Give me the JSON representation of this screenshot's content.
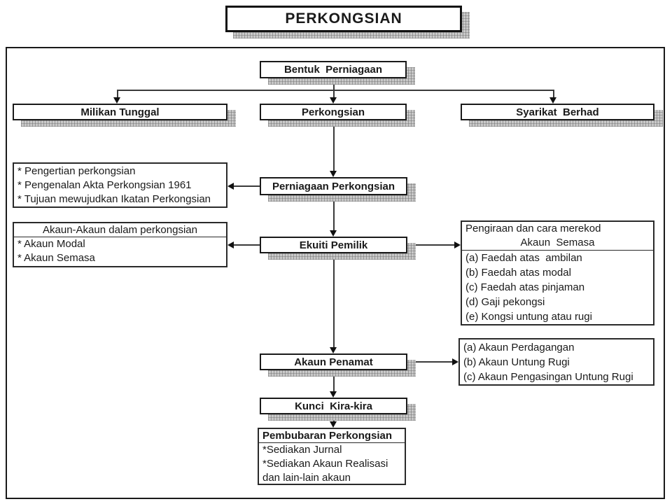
{
  "page": {
    "title": "PERKONGSIAN"
  },
  "colors": {
    "box_border": "#1a1a1a",
    "shadow_gray": "#c9c9c9",
    "text": "#1a1a1a",
    "background": "#ffffff"
  },
  "flow_boxes": {
    "bentuk_perniagaan": "Bentuk  Perniagaan",
    "milikan_tunggal": "Milikan Tunggal",
    "perkongsian": "Perkongsian",
    "syarikat_berhad": "Syarikat  Berhad",
    "perniagaan_perkongsian": "Perniagaan Perkongsian",
    "ekuiti_pemilik": "Ekuiti Pemilik",
    "akaun_penamat": "Akaun Penamat",
    "kunci_kira_kira": "Kunci  Kira-kira"
  },
  "note_boxes": {
    "pengenalan": {
      "items": [
        "* Pengertian perkongsian",
        "* Pengenalan Akta Perkongsian 1961",
        "* Tujuan mewujudkan Ikatan Perkongsian"
      ]
    },
    "akaun_dalam_perkongsian": {
      "header": "Akaun-Akaun dalam perkongsian",
      "items": [
        "* Akaun Modal",
        "* Akaun Semasa"
      ]
    },
    "pengiraan_akaun_semasa": {
      "header_line1": "Pengiraan dan cara merekod",
      "header_line2": "Akaun  Semasa",
      "items": [
        "(a) Faedah atas  ambilan",
        "(b) Faedah atas modal",
        "(c) Faedah atas pinjaman",
        "(d) Gaji pekongsi",
        "(e) Kongsi untung atau rugi"
      ]
    },
    "akaun_penamat_senarai": {
      "items": [
        "(a) Akaun Perdagangan",
        "(b) Akaun Untung Rugi",
        "(c) Akaun Pengasingan Untung Rugi"
      ]
    },
    "pembubaran_perkongsian": {
      "header": "Pembubaran Perkongsian",
      "items": [
        "*Sediakan Jurnal",
        "*Sediakan Akaun Realisasi",
        "dan lain-lain akaun"
      ]
    }
  }
}
